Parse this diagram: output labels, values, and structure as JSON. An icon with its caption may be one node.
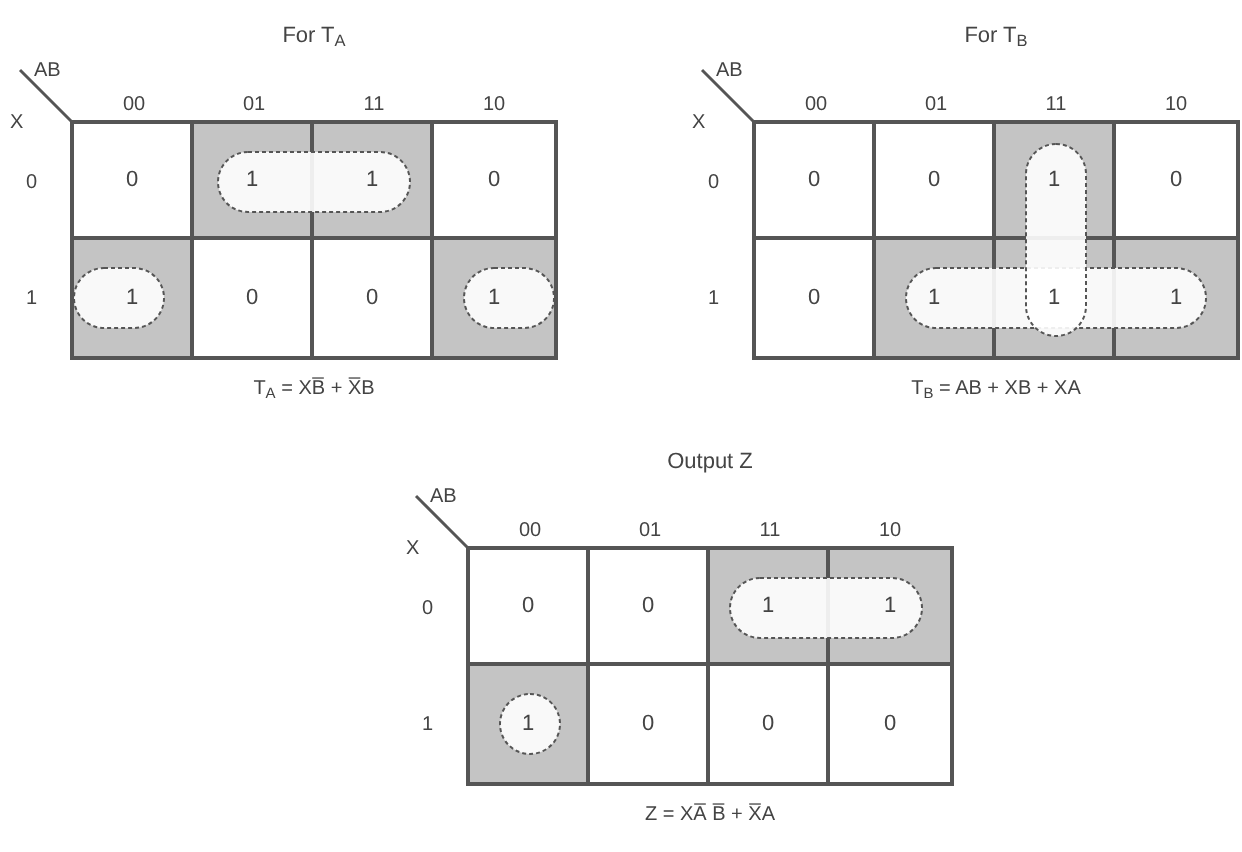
{
  "diagram": {
    "nodes": [
      {
        "text": [
          "For T$_{A}$",
          "T$_{A}$ = XB̅ + X̅B"
        ],
        "beside": [
          "AB",
          "X",
          "00",
          "01",
          "11",
          "10",
          "0",
          "1"
        ]
      },
      {
        "text": [
          "0"
        ],
        "in": 0
      },
      {
        "text": [
          "1"
        ],
        "in": 0
      },
      {
        "text": [
          "1"
        ],
        "in": 0
      },
      {
        "text": [
          "0"
        ],
        "in": 0
      },
      {
        "text": [
          "1"
        ],
        "in": 0
      },
      {
        "text": [
          "0"
        ],
        "in": 0
      },
      {
        "text": [
          "0"
        ],
        "in": 0
      },
      {
        "text": [
          "1"
        ],
        "in": 0
      },
      {
        "text": [
          "For T$_{B}$",
          "T$_{B}$ = AB + XB + XA"
        ],
        "beside": [
          "AB",
          "X",
          "00",
          "01",
          "11",
          "10",
          "0",
          "1"
        ]
      },
      {
        "text": [
          "0"
        ],
        "in": 9
      },
      {
        "text": [
          "0"
        ],
        "in": 9
      },
      {
        "text": [
          "1"
        ],
        "in": 9
      },
      {
        "text": [
          "0"
        ],
        "in": 9
      },
      {
        "text": [
          "0"
        ],
        "in": 9
      },
      {
        "text": [
          "1"
        ],
        "in": 9
      },
      {
        "text": [
          "1"
        ],
        "in": 9
      },
      {
        "text": [
          "1"
        ],
        "in": 9
      },
      {
        "text": [
          "Output Z",
          "Z = XA̅ B̅ + X̅A"
        ],
        "beside": [
          "AB",
          "X",
          "00",
          "01",
          "11",
          "10",
          "0",
          "1"
        ]
      },
      {
        "text": [
          "0"
        ],
        "in": 18
      },
      {
        "text": [
          "0"
        ],
        "in": 18
      },
      {
        "text": [
          "1"
        ],
        "in": 18
      },
      {
        "text": [
          "1"
        ],
        "in": 18
      },
      {
        "text": [
          "1"
        ],
        "in": 18
      },
      {
        "text": [
          "0"
        ],
        "in": 18
      },
      {
        "text": [
          "0"
        ],
        "in": 18
      },
      {
        "text": [
          "0"
        ],
        "in": 18
      }
    ]
  }
}
